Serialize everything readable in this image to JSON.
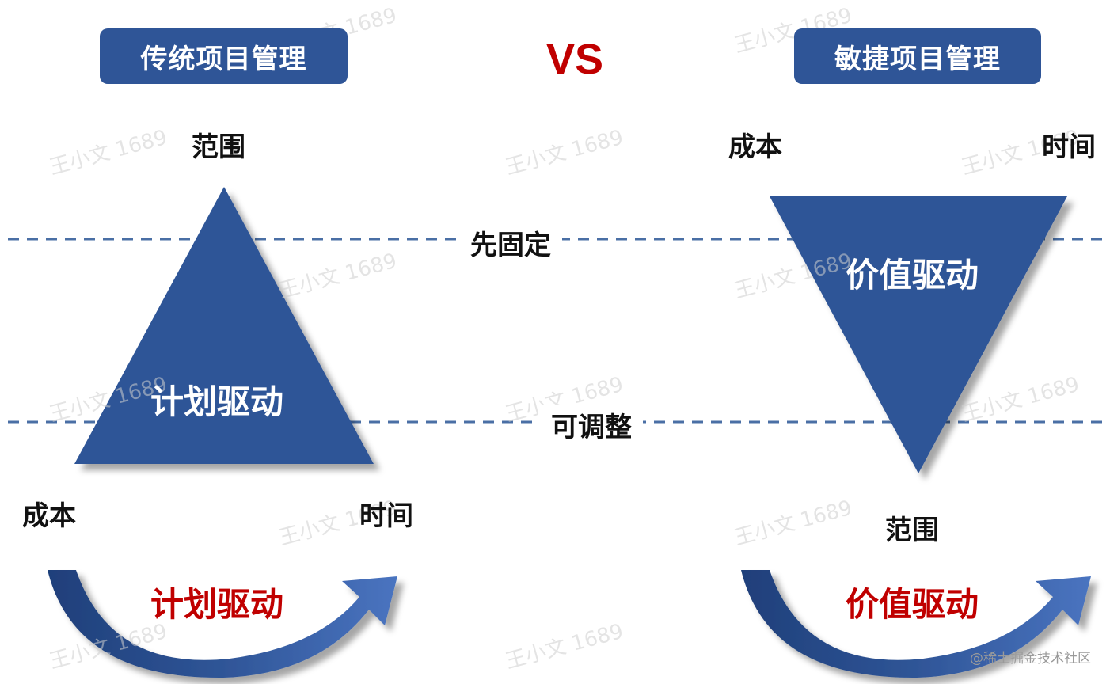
{
  "headers": {
    "traditional": "传统项目管理",
    "agile": "敏捷项目管理"
  },
  "vs": "VS",
  "lines": {
    "fixed": "先固定",
    "adjustable": "可调整"
  },
  "traditional": {
    "top": "范围",
    "bottom_left": "成本",
    "bottom_right": "时间",
    "inner": "计划驱动",
    "arrow_label": "计划驱动"
  },
  "agile": {
    "top_left": "成本",
    "top_right": "时间",
    "bottom": "范围",
    "inner": "价值驱动",
    "arrow_label": "价值驱动"
  },
  "watermark": "王小文 1689",
  "credit": "@稀土掘金技术社区",
  "colors": {
    "primary": "#2f5597",
    "accent": "#c00000",
    "dash": "#4a6fa5"
  }
}
